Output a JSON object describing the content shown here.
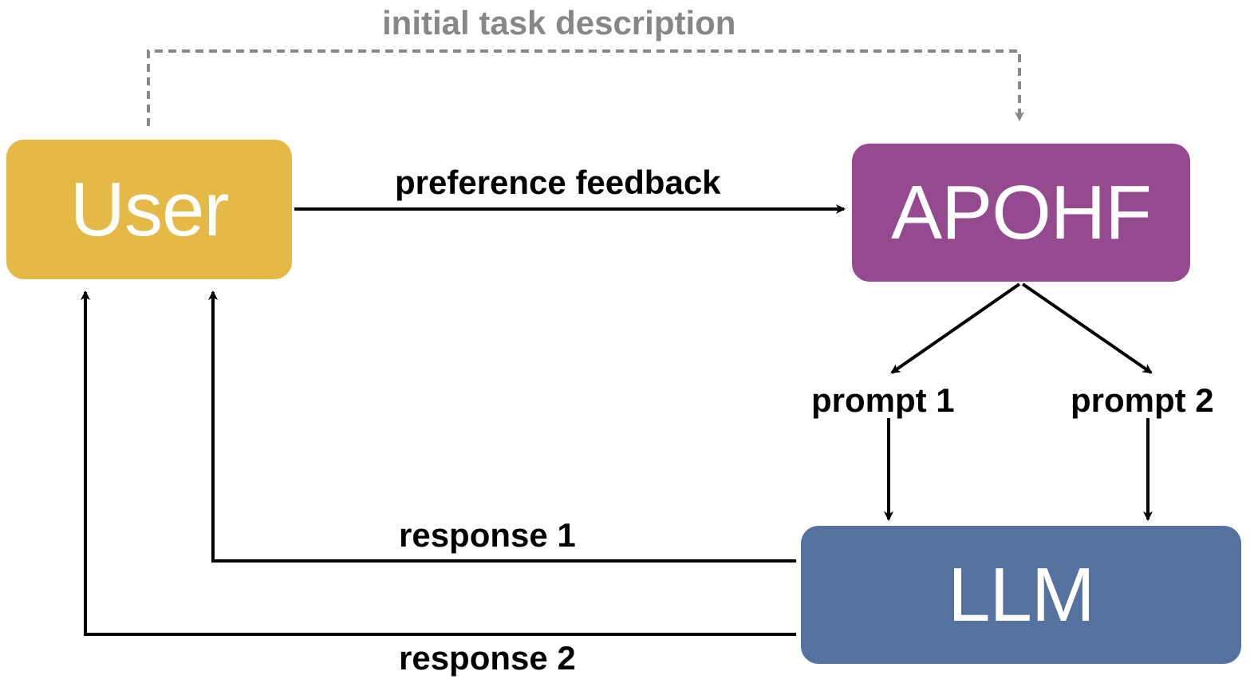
{
  "nodes": {
    "user": {
      "label": "User",
      "color": "#E5B945"
    },
    "apohf": {
      "label": "APOHF",
      "color": "#954A8F"
    },
    "llm": {
      "label": "LLM",
      "color": "#55729E"
    }
  },
  "edges": {
    "initial_task": {
      "label": "initial task description",
      "color": "#878787",
      "style": "dashed"
    },
    "preference_feedback": {
      "label": "preference feedback"
    },
    "prompt_1": {
      "label": "prompt 1"
    },
    "prompt_2": {
      "label": "prompt 2"
    },
    "response_1": {
      "label": "response 1"
    },
    "response_2": {
      "label": "response 2"
    }
  },
  "colors": {
    "edge": "#000000",
    "dashed_edge": "#878787",
    "node_text": "#FFFFFF"
  }
}
